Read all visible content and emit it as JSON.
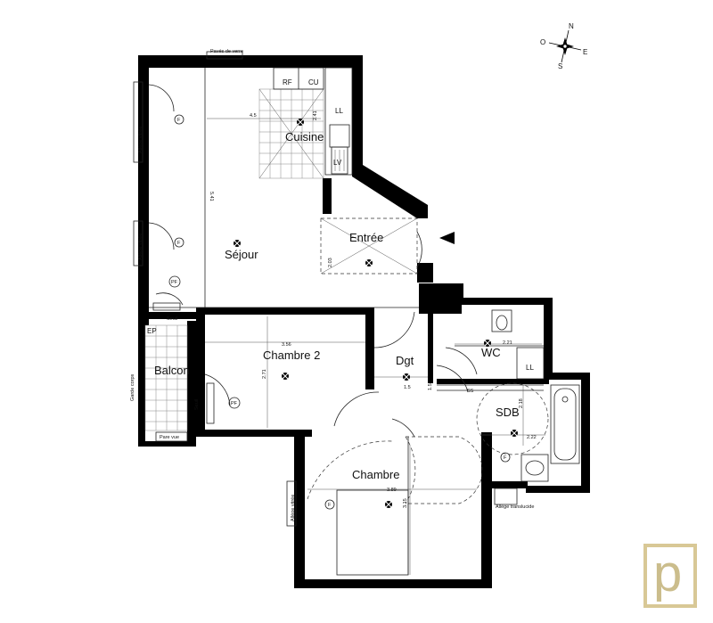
{
  "rooms": {
    "sejour": "Séjour",
    "cuisine": "Cuisine",
    "entree": "Entrée",
    "chambre2": "Chambre 2",
    "dgt": "Dgt",
    "wc": "WC",
    "sdb": "SDB",
    "chambre": "Chambre",
    "balcon": "Balcon"
  },
  "fixtures": {
    "rf": "RF",
    "cu": "CU",
    "ll_kitchen": "LL",
    "lv": "LV",
    "ll_wc": "LL",
    "ep": "EP",
    "seuil": "Seuil",
    "pare_vue": "Pare vue",
    "garde_corps": "Garde corps",
    "paves_de_verre": "Pavés de verre",
    "allege_vitree_1": "Allège vitrée",
    "allege_vitree_2": "Allège vitrée",
    "allege_vitree_3": "Allège vitrée",
    "allege_translucide": "Allège translucide",
    "seuil_2": "Seuil",
    "ss": "SS"
  },
  "dimensions": {
    "sejour_w": "4.5",
    "sejour_h": "5.41",
    "cuisine_h": "2.41",
    "entree_h": "2.03",
    "ch2_w": "3.56",
    "ch2_h": "2.71",
    "dgt_w": "1.5",
    "dgt_h": "1.5",
    "wc_w": "2.21",
    "sdb_w": "2.22",
    "sdb_h": "2.18",
    "chambre_w": "3.89",
    "chambre_h": "3.15"
  },
  "compass": {
    "n": "N",
    "e": "E",
    "s": "S",
    "o": "O"
  },
  "symbols": {
    "f": "F",
    "pf": "PF"
  },
  "logo": {
    "letter": "p"
  }
}
